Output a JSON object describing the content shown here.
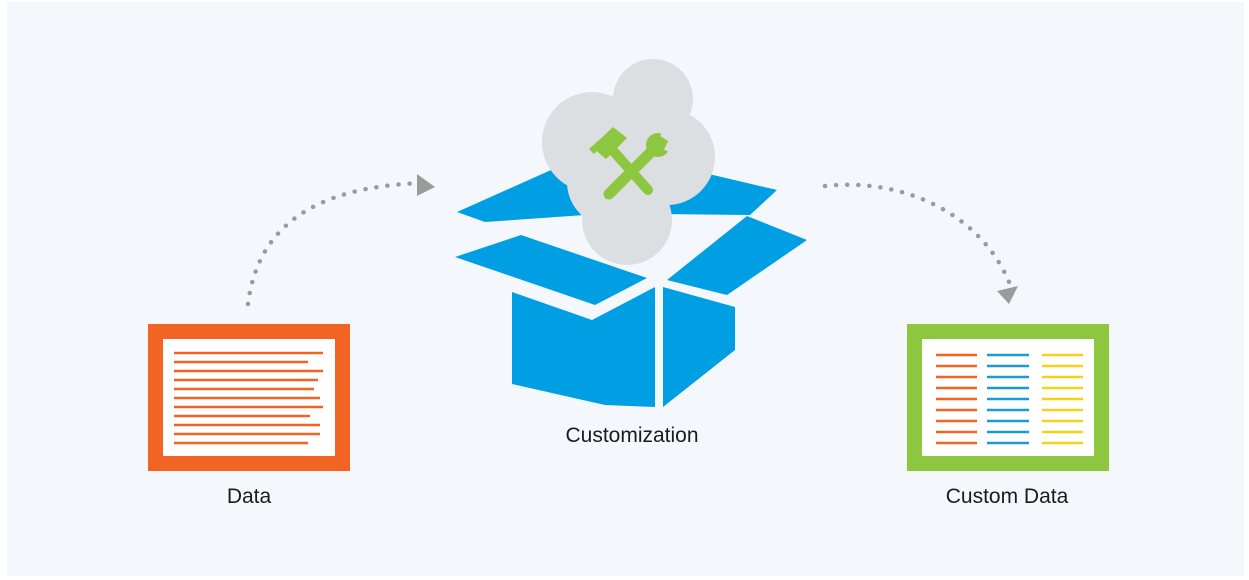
{
  "labels": {
    "data": "Data",
    "customization": "Customization",
    "custom_data": "Custom Data"
  },
  "colors": {
    "background": "#f4f8fc",
    "data_doc": "#f26424",
    "custom_doc": "#8dc63f",
    "box": "#009fe3",
    "cloud": "#dcdfe2",
    "tools": "#8dc63f",
    "arrow": "#9b9b9b",
    "col_orange": "#f26424",
    "col_blue": "#1a9ad6",
    "col_yellow": "#f7d117"
  },
  "icons": [
    "document-icon",
    "box-icon",
    "cloud-icon",
    "tools-icon",
    "arrow-icon",
    "spreadsheet-icon"
  ]
}
